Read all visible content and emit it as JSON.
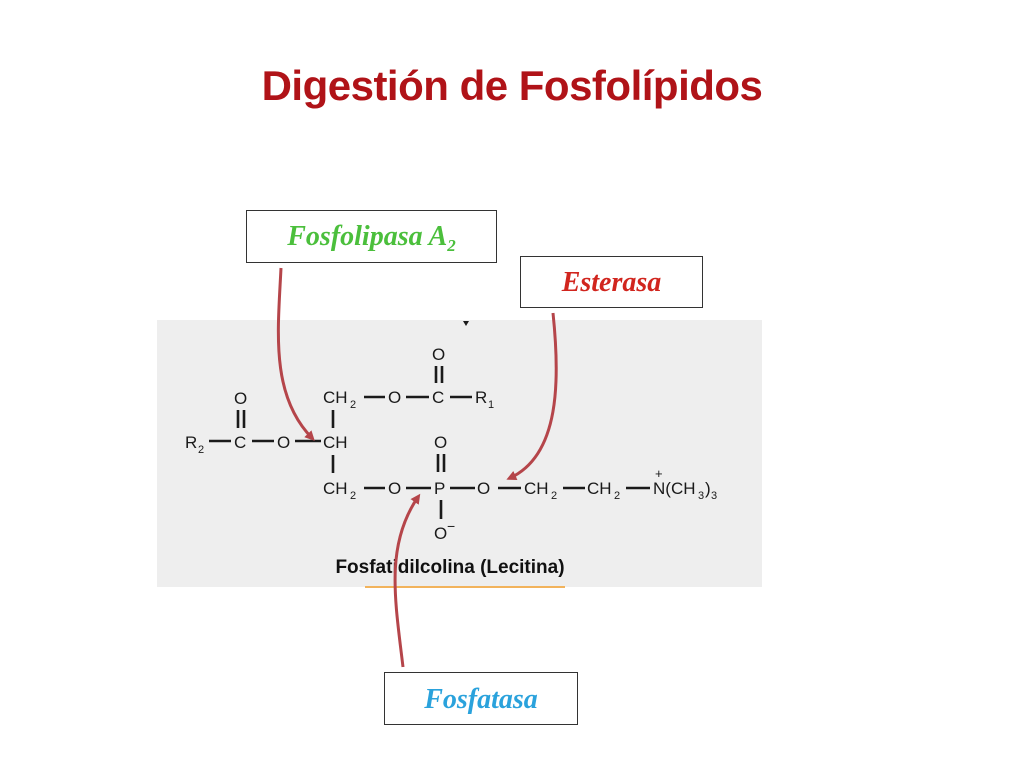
{
  "slide": {
    "title": "Digestión de Fosfolípidos"
  },
  "molecule": {
    "caption": "Fosfatidilcolina (Lecitina)",
    "atoms": {
      "o_top": "O",
      "ch2_top": "CH",
      "o_ester_top": "O",
      "c_top": "C",
      "r1": "R",
      "r1_sub": "1",
      "o_left": "O",
      "r2": "R",
      "r2_sub": "2",
      "c_left": "C",
      "o_ester_mid": "O",
      "ch": "CH",
      "o_p_top": "O",
      "ch2_bottom": "CH",
      "o_ester_bottom": "O",
      "p": "P",
      "o_p_right": "O",
      "ch2_a": "CH",
      "ch2_b": "CH",
      "n": "N(CH",
      "n_sub": "3",
      "n_close": ")",
      "n_sub2": "3",
      "n_charge": "+",
      "o_minus": "O",
      "o_minus_charge": "−",
      "sub_2": "2"
    }
  },
  "enzymes": {
    "phospholipase": {
      "name": "Fosfolipasa A",
      "sub": "2"
    },
    "esterase": {
      "name": "Esterasa"
    },
    "phosphatase": {
      "name": "Fosfatasa"
    }
  },
  "colors": {
    "title": "#b01318",
    "phospholipase": "#4bbf3c",
    "esterase": "#d1251e",
    "phosphatase": "#2aa2dc",
    "arrow": "#b5454a"
  }
}
